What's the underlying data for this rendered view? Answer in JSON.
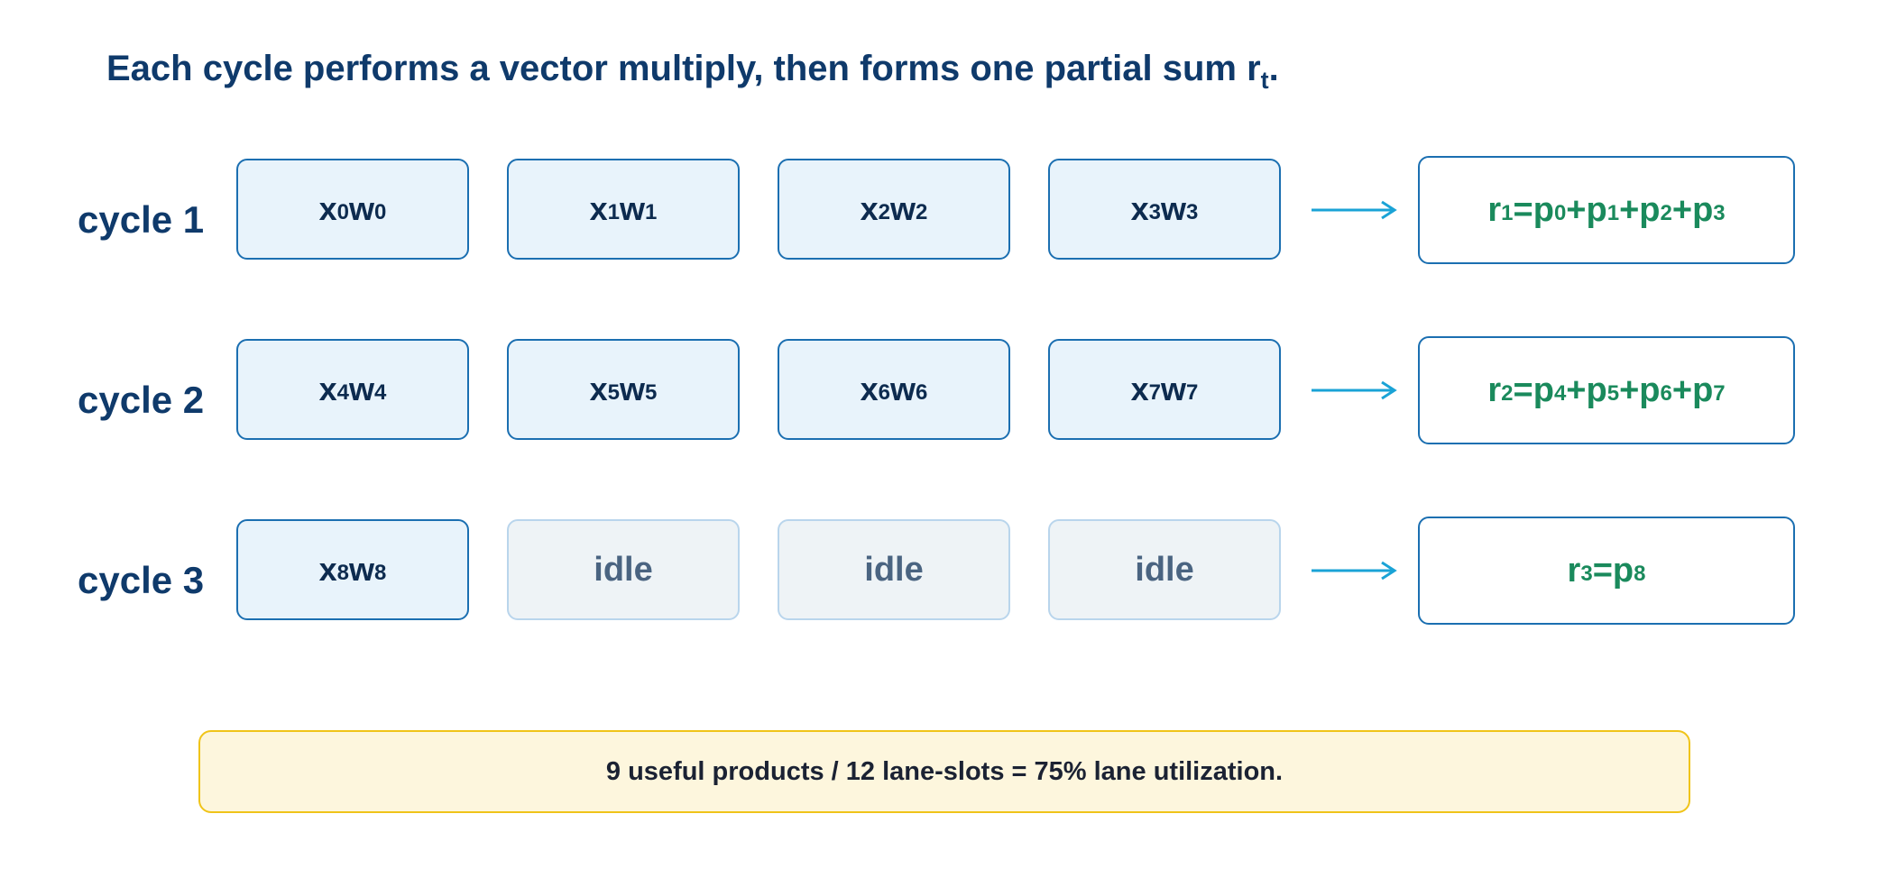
{
  "title": {
    "text": "Each cycle performs a vector multiply, then forms one partial sum r",
    "sub": "t",
    "end": "."
  },
  "rows": [
    {
      "label": "cycle 1",
      "cells": [
        {
          "a": "x",
          "i": "0",
          "b": "w",
          "j": "0"
        },
        {
          "a": "x",
          "i": "1",
          "b": "w",
          "j": "1"
        },
        {
          "a": "x",
          "i": "2",
          "b": "w",
          "j": "2"
        },
        {
          "a": "x",
          "i": "3",
          "b": "w",
          "j": "3"
        }
      ],
      "result": {
        "lhs": "r",
        "lhs_sub": "1",
        "terms": [
          [
            "p",
            "0"
          ],
          [
            "p",
            "1"
          ],
          [
            "p",
            "2"
          ],
          [
            "p",
            "3"
          ]
        ]
      }
    },
    {
      "label": "cycle 2",
      "cells": [
        {
          "a": "x",
          "i": "4",
          "b": "w",
          "j": "4"
        },
        {
          "a": "x",
          "i": "5",
          "b": "w",
          "j": "5"
        },
        {
          "a": "x",
          "i": "6",
          "b": "w",
          "j": "6"
        },
        {
          "a": "x",
          "i": "7",
          "b": "w",
          "j": "7"
        }
      ],
      "result": {
        "lhs": "r",
        "lhs_sub": "2",
        "terms": [
          [
            "p",
            "4"
          ],
          [
            "p",
            "5"
          ],
          [
            "p",
            "6"
          ],
          [
            "p",
            "7"
          ]
        ]
      }
    },
    {
      "label": "cycle 3",
      "cells": [
        {
          "a": "x",
          "i": "8",
          "b": "w",
          "j": "8"
        },
        {
          "idle": "idle"
        },
        {
          "idle": "idle"
        },
        {
          "idle": "idle"
        }
      ],
      "result": {
        "lhs": "r",
        "lhs_sub": "3",
        "terms": [
          [
            "p",
            "8"
          ]
        ]
      }
    }
  ],
  "note": "9 useful products / 12 lane-slots = 75% lane utilization.",
  "colors": {
    "title": "#0f3a6b",
    "cell_border": "#1b6fb1",
    "cell_fill": "#e8f3fb",
    "idle_fill": "#eef3f6",
    "arrow": "#1aa3d6",
    "result_text": "#1a8a5c",
    "note_border": "#f0c419",
    "note_fill": "#fdf6dd"
  }
}
